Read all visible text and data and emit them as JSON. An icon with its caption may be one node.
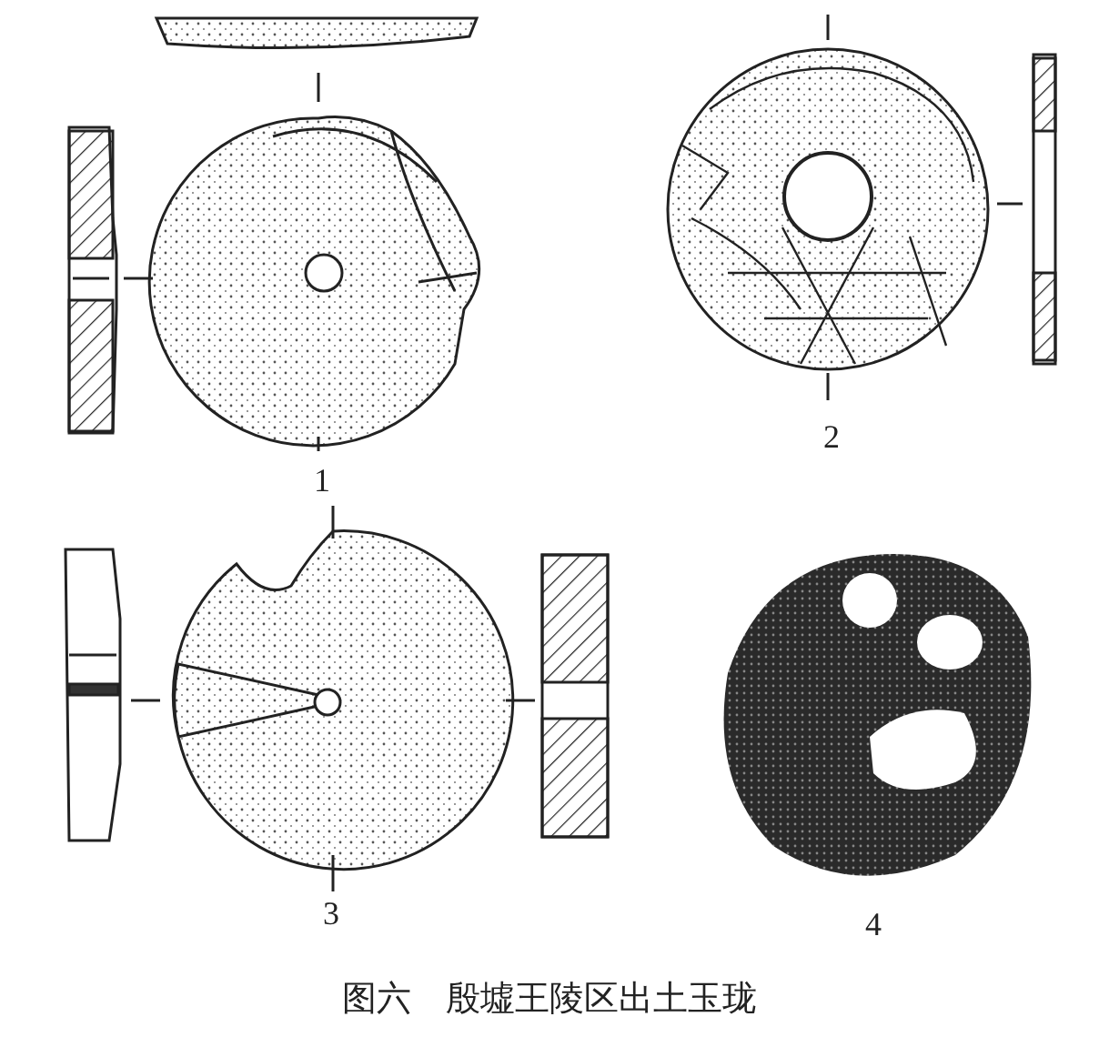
{
  "diagram": {
    "caption": "图六　殷墟王陵区出土玉珑",
    "labels": [
      "1",
      "2",
      "3",
      "4"
    ]
  }
}
